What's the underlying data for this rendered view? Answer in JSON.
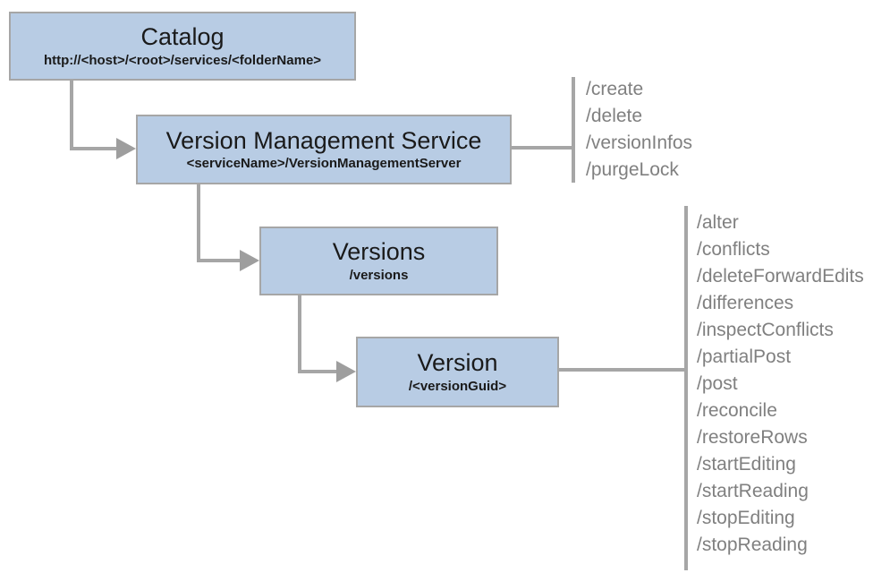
{
  "nodes": {
    "catalog": {
      "title": "Catalog",
      "subtitle": "http://<host>/<root>/services/<folderName>"
    },
    "vms": {
      "title": "Version Management Service",
      "subtitle": "<serviceName>/VersionManagementServer"
    },
    "versions": {
      "title": "Versions",
      "subtitle": "/versions"
    },
    "version": {
      "title": "Version",
      "subtitle": "/<versionGuid>"
    }
  },
  "operations": {
    "vms": [
      "/create",
      "/delete",
      "/versionInfos",
      "/purgeLock"
    ],
    "version": [
      "/alter",
      "/conflicts",
      "/deleteForwardEdits",
      "/differences",
      "/inspectConflicts",
      "/partialPost",
      "/post",
      "/reconcile",
      "/restoreRows",
      "/startEditing",
      "/startReading",
      "/stopEditing",
      "/stopReading"
    ]
  },
  "colors": {
    "node_fill": "#b8cce4",
    "node_border": "#a6a6a6",
    "connector": "#a6a6a6",
    "arrowhead": "#9e9e9e",
    "operation_text": "#808080",
    "node_text": "#1a1a1a"
  }
}
